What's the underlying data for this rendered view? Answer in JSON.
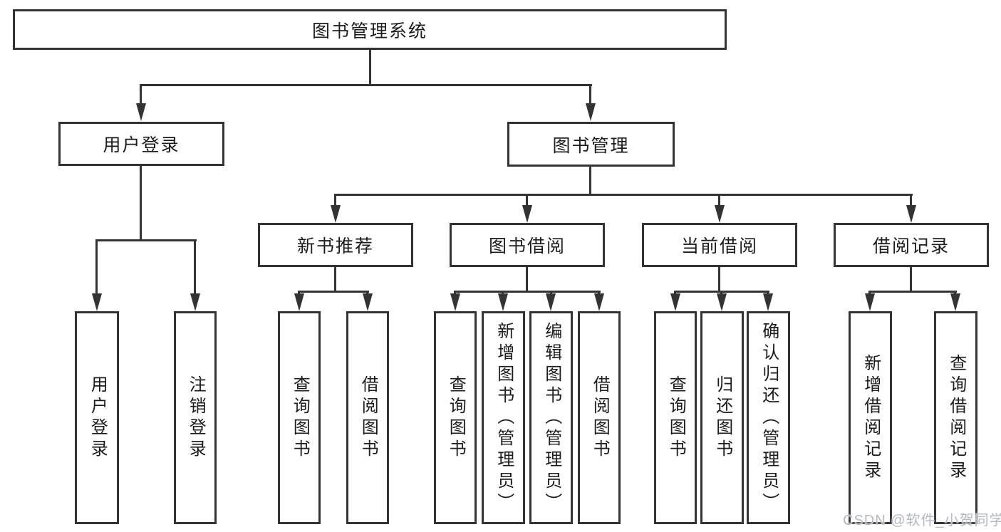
{
  "diagram": {
    "root": {
      "label": "图书管理系统"
    },
    "level2": [
      {
        "label": "用户登录",
        "leaves": [
          {
            "label": "用户登录"
          },
          {
            "label": "注销登录"
          }
        ]
      },
      {
        "label": "图书管理",
        "children": [
          {
            "label": "新书推荐",
            "leaves": [
              {
                "label": "查询图书"
              },
              {
                "label": "借阅图书"
              }
            ]
          },
          {
            "label": "图书借阅",
            "leaves": [
              {
                "label": "查询图书"
              },
              {
                "label": "新增图书（管理员）"
              },
              {
                "label": "编辑图书（管理员）"
              },
              {
                "label": "借阅图书"
              }
            ]
          },
          {
            "label": "当前借阅",
            "leaves": [
              {
                "label": "查询图书"
              },
              {
                "label": "归还图书"
              },
              {
                "label": "确认归还（管理员）"
              }
            ]
          },
          {
            "label": "借阅记录",
            "leaves": [
              {
                "label": "新增借阅记录"
              },
              {
                "label": "查询借阅记录"
              }
            ]
          }
        ]
      }
    ]
  },
  "watermark": {
    "text": "CSDN @软件_小贺同学"
  },
  "colors": {
    "line": "#333333",
    "text": "#1c1c1e",
    "watermark": "#b4b8c0",
    "background": "#ffffff"
  }
}
